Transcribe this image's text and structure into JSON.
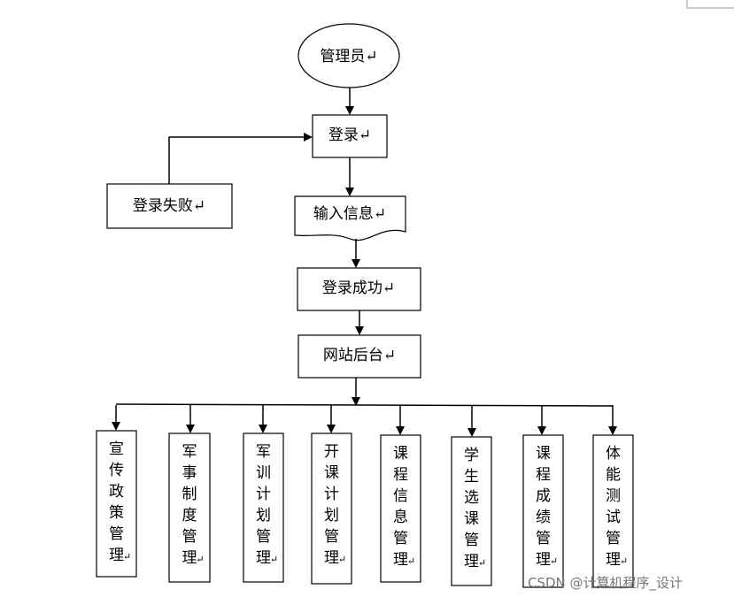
{
  "flow": {
    "admin": "管理员↵",
    "login": "登录↵",
    "login_fail": "登录失败↵",
    "input_info": "输入信息↵",
    "login_success": "登录成功↵",
    "backend": "网站后台↵"
  },
  "modules": [
    "宣传政策管理↵",
    "军事制度管理↵",
    "军训计划管理↵",
    "开课计划管理↵",
    "课程信息管理↵",
    "学生选课管理↵",
    "课程成绩管理↵",
    "体能测试管理↵"
  ],
  "watermark": "CSDN @计算机程序_设计"
}
